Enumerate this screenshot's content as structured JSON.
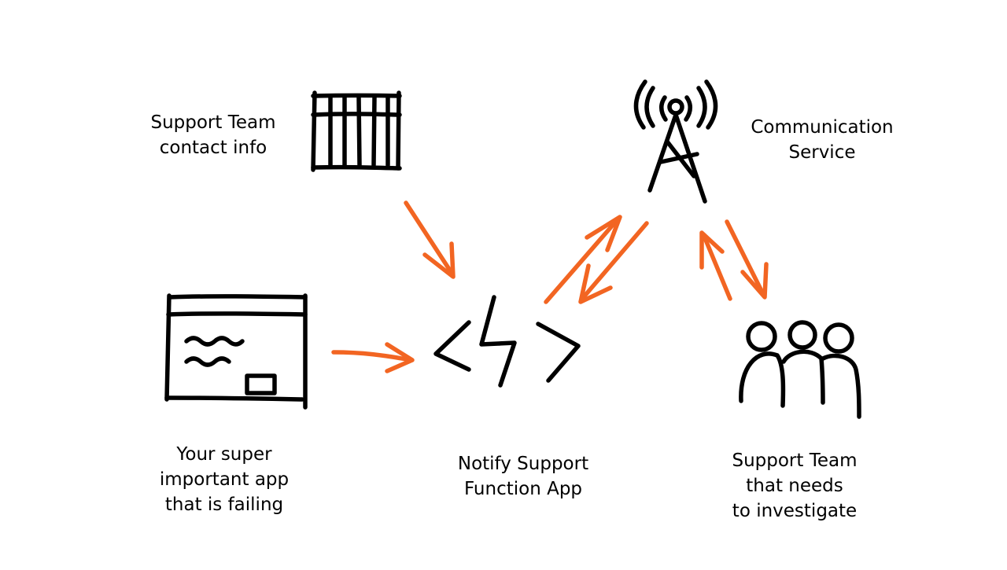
{
  "colors": {
    "ink": "#000000",
    "arrow": "#f26522",
    "background": "#ffffff"
  },
  "nodes": {
    "contact_info": {
      "icon": "contact-directory-icon",
      "lines": [
        "Support Team",
        "contact info"
      ]
    },
    "communication_service": {
      "icon": "radio-tower-icon",
      "lines": [
        "Communication",
        "Service"
      ]
    },
    "app": {
      "icon": "app-window-icon",
      "lines": [
        "Your super",
        "important app",
        "that is failing"
      ]
    },
    "function_app": {
      "icon": "function-code-icon",
      "lines": [
        "Notify Support",
        "Function App"
      ]
    },
    "support_team": {
      "icon": "people-group-icon",
      "lines": [
        "Support Team",
        "that needs",
        "to investigate"
      ]
    }
  },
  "edges": [
    {
      "from": "contact_info",
      "to": "function_app"
    },
    {
      "from": "app",
      "to": "function_app"
    },
    {
      "from": "function_app",
      "to": "communication_service"
    },
    {
      "from": "communication_service",
      "to": "function_app"
    },
    {
      "from": "communication_service",
      "to": "support_team"
    },
    {
      "from": "support_team",
      "to": "communication_service"
    }
  ]
}
